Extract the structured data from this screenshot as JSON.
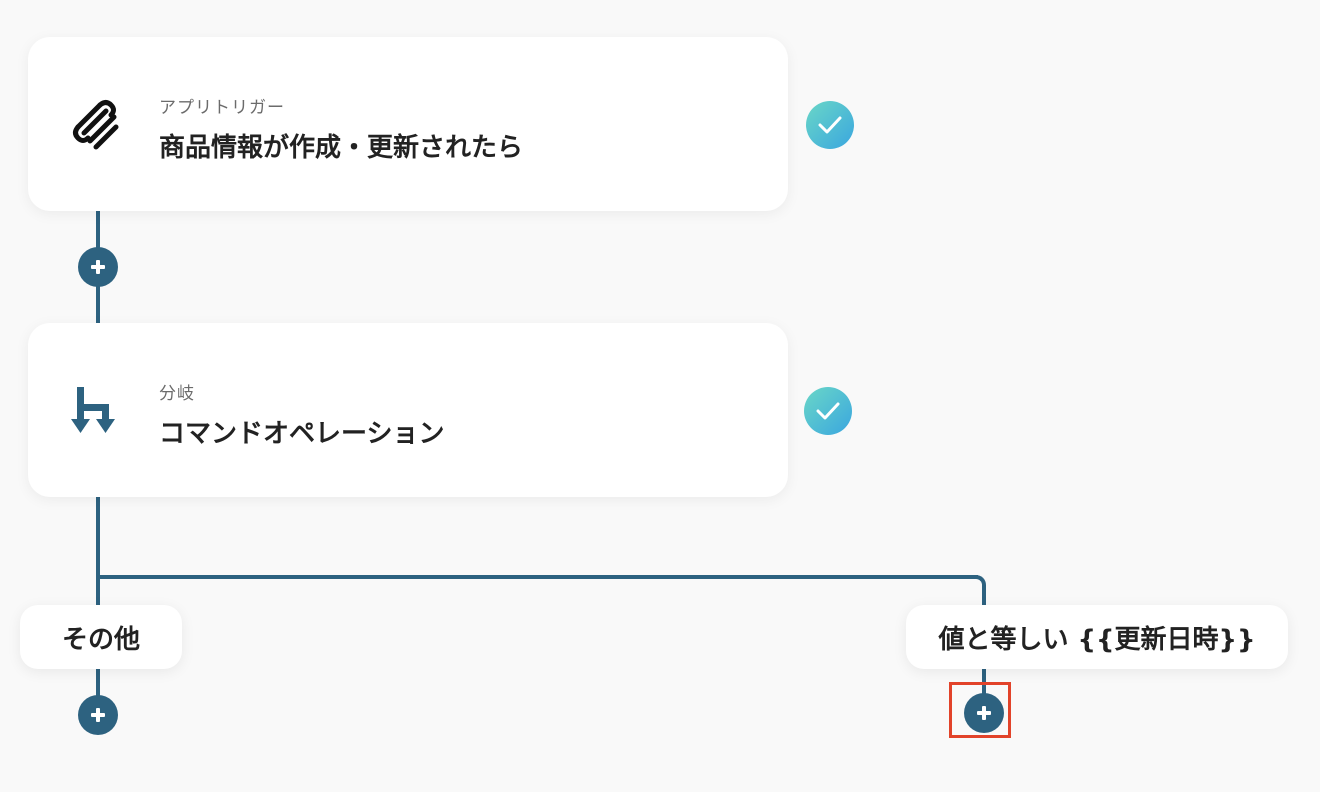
{
  "nodes": [
    {
      "subtitle": "アプリトリガー",
      "title": "商品情報が作成・更新されたら",
      "icon": "squarespace-logo-icon"
    },
    {
      "subtitle": "分岐",
      "title": "コマンドオペレーション",
      "icon": "branch-icon"
    }
  ],
  "branches": {
    "left_label": "その他",
    "right_label": "値と等しい {{更新日時}}"
  },
  "colors": {
    "connector": "#2d6280",
    "check_gradient_start": "#6ad7c7",
    "check_gradient_end": "#3aa6df",
    "highlight": "#e2432a"
  }
}
